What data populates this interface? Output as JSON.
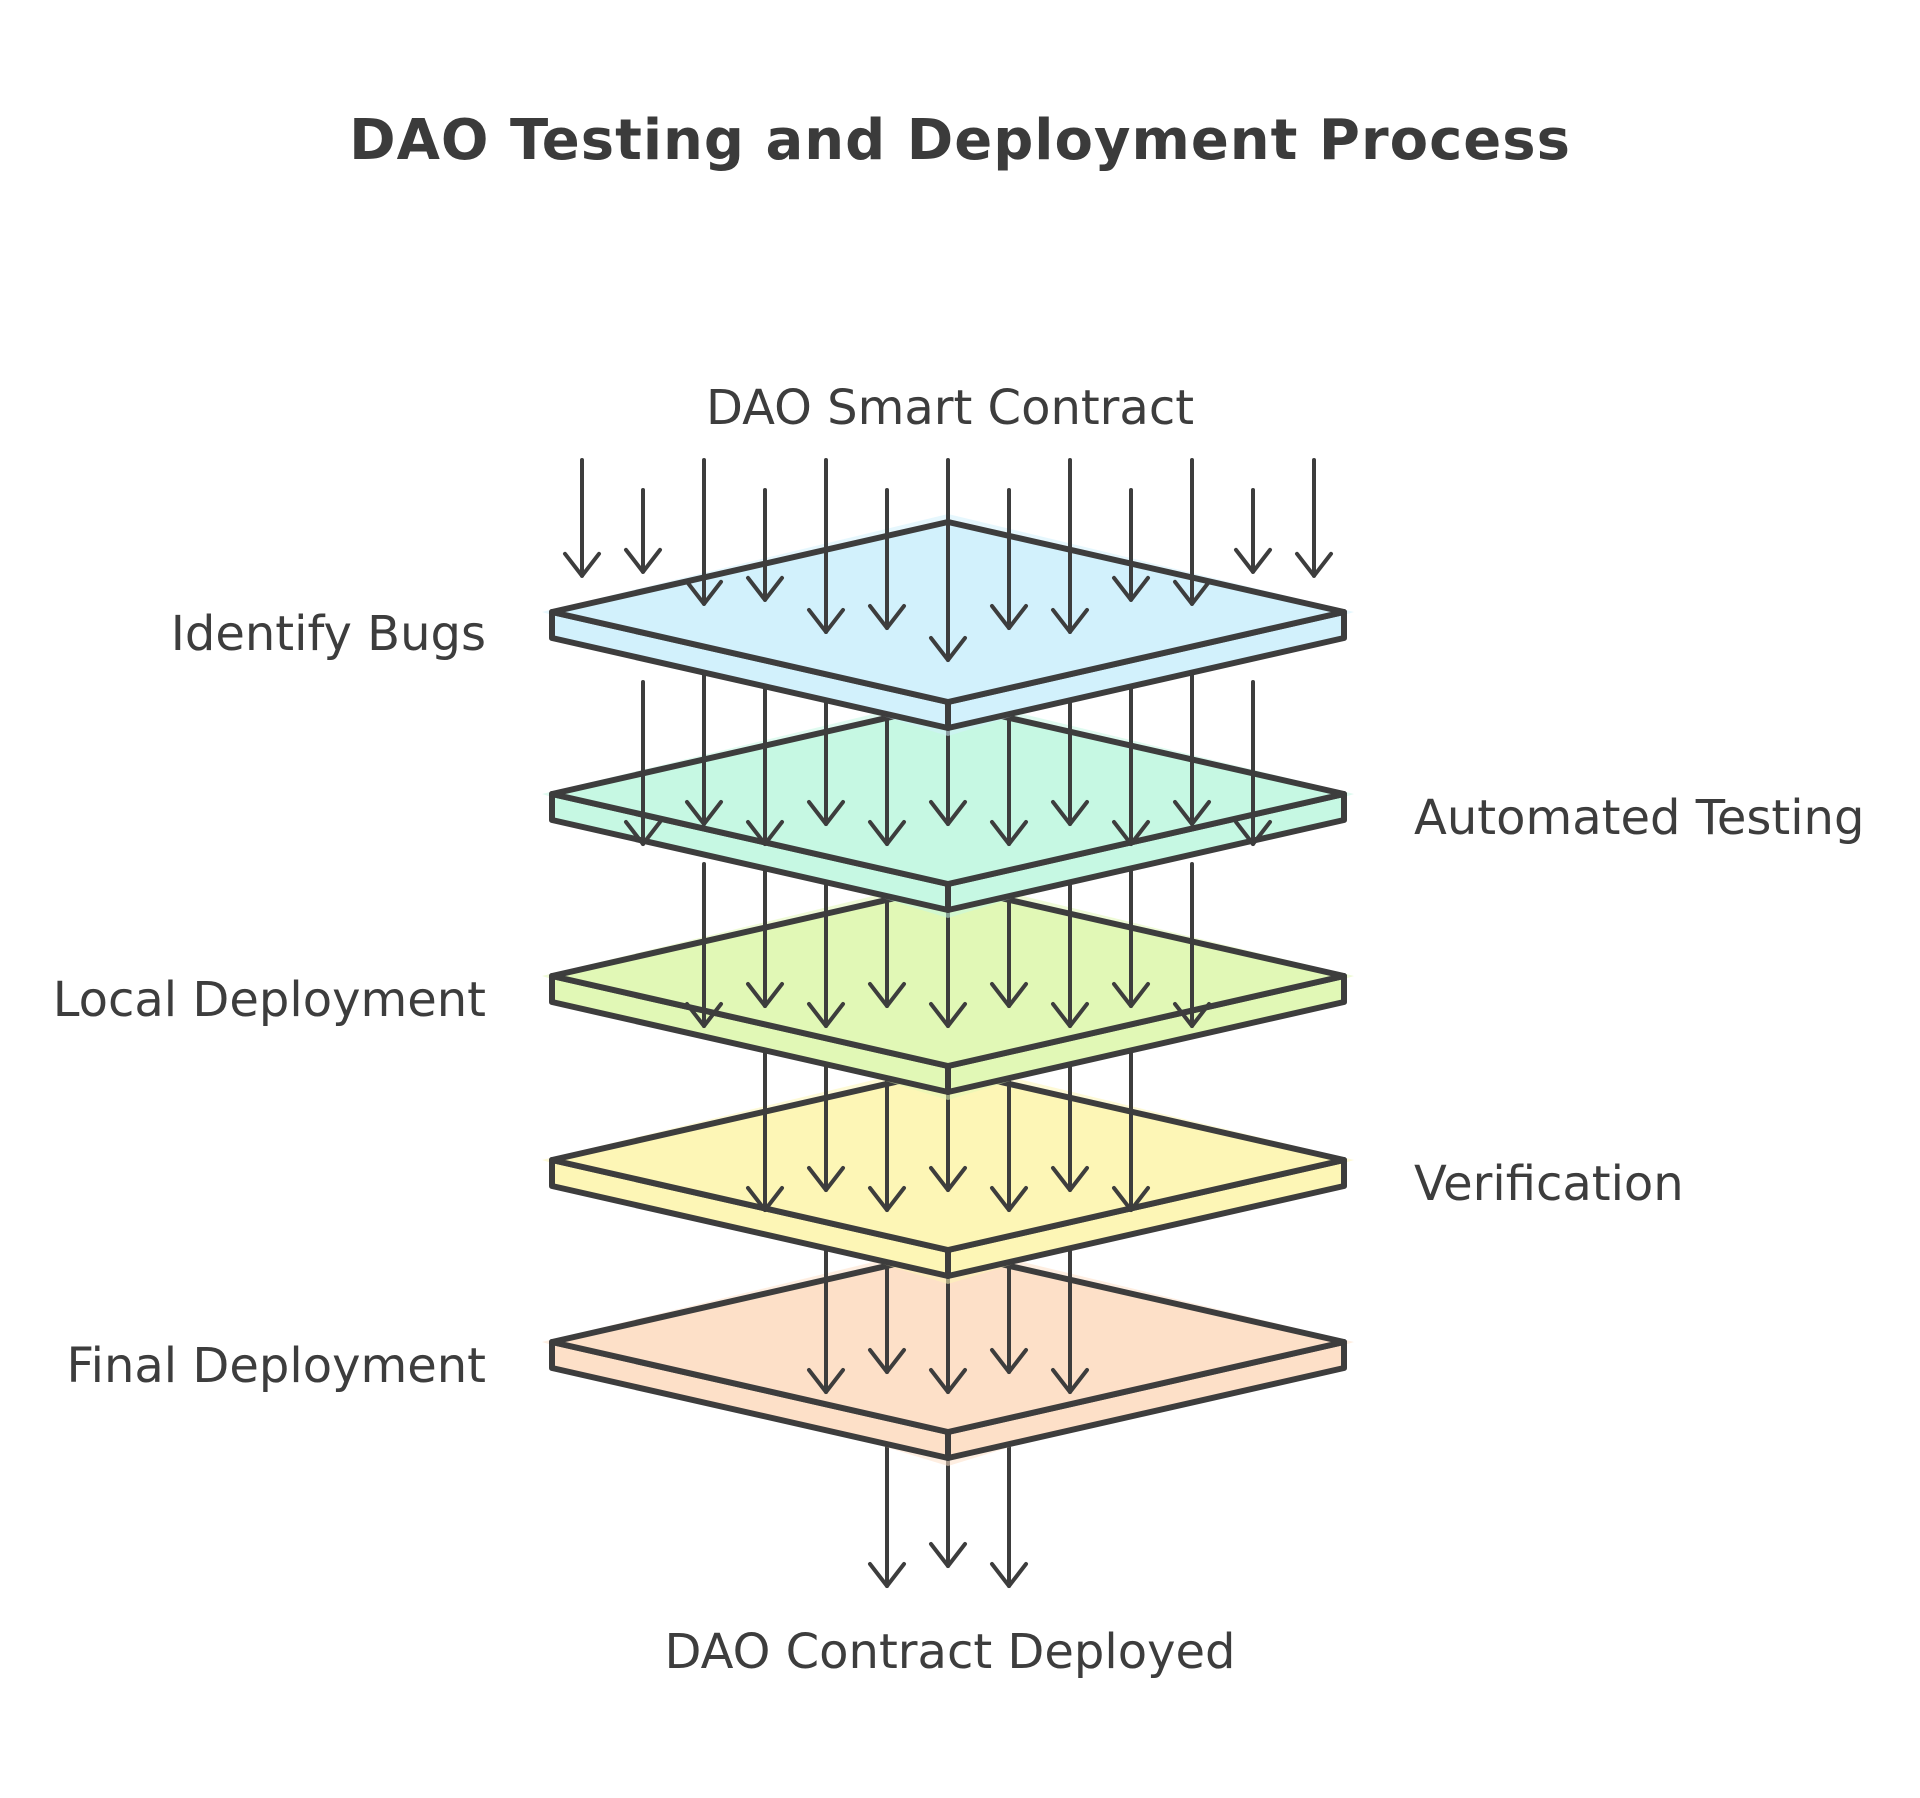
{
  "title": "DAO Testing and Deployment Process",
  "input_label": "DAO Smart Contract",
  "output_label": "DAO Contract Deployed",
  "layers": [
    {
      "label": "Identify Bugs",
      "side": "left",
      "color": "#d2f1fc",
      "arrow_count_below": 11
    },
    {
      "label": "Automated Testing",
      "side": "right",
      "color": "#c6f8e3",
      "arrow_count_below": 9
    },
    {
      "label": "Local Deployment",
      "side": "left",
      "color": "#e1f8b6",
      "arrow_count_below": 7
    },
    {
      "label": "Verification",
      "side": "right",
      "color": "#fdf6b6",
      "arrow_count_below": 5
    },
    {
      "label": "Final Deployment",
      "side": "left",
      "color": "#fde0c8",
      "arrow_count_below": 3
    }
  ],
  "top_arrow_count": 13,
  "colors": {
    "stroke": "#3d3d3d",
    "text": "#3d3d3d"
  }
}
